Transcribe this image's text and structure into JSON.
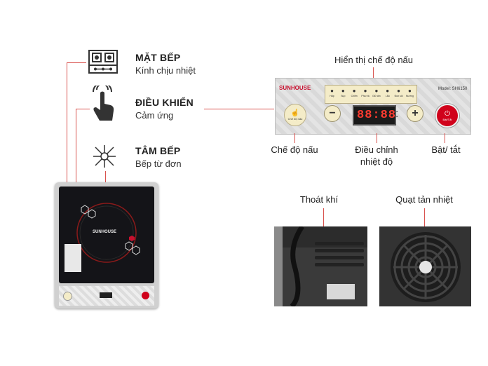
{
  "features": [
    {
      "title": "MẶT BẾP",
      "subtitle": "Kính chịu nhiệt",
      "icon": "stove-icon"
    },
    {
      "title": "ĐIỀU KHIỂN",
      "subtitle": "Cảm ứng",
      "icon": "touch-hand-icon"
    },
    {
      "title": "TÂM BẾP",
      "subtitle": "Bếp từ đơn",
      "icon": "induction-center-icon"
    }
  ],
  "panel": {
    "top_caption": "Hiển thị chế độ nấu",
    "brand": "SUNHOUSE",
    "model": "Model: SH6150",
    "display": "88:88",
    "mode_btn": "Chế độ nấu",
    "power_btn": "Bật/Tắt",
    "minus": "−",
    "plus": "+",
    "modes": [
      "Hấp",
      "Súp",
      "Chiên",
      "Pha trà",
      "Giữ ấm",
      "Lẩu",
      "Đun sôi",
      "Nướng"
    ]
  },
  "captions": {
    "mode": "Chế độ nấu",
    "temp_line1": "Điều chỉnh",
    "temp_line2": "nhiệt độ",
    "power": "Bật/ tắt",
    "vent": "Thoát khí",
    "fan": "Quạt tản nhiệt"
  },
  "cooktop": {
    "brand": "SUNHOUSE"
  },
  "colors": {
    "accent": "#d9534f",
    "display_text": "#ff3b30",
    "power_button": "#d0021b"
  }
}
